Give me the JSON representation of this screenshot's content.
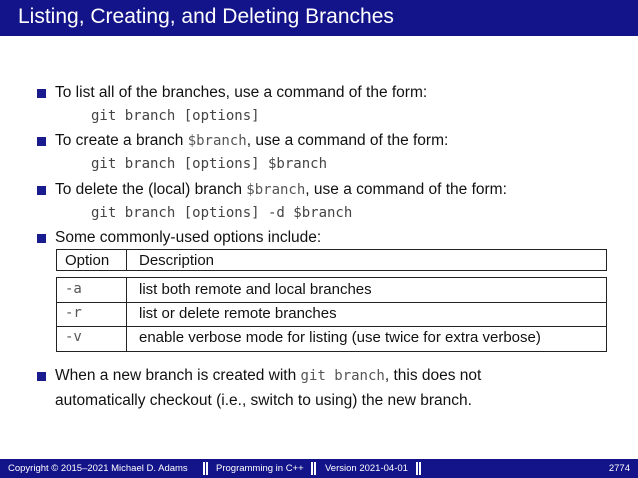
{
  "slide": {
    "title": "Listing, Creating, and Deleting Branches",
    "bullets": [
      {
        "text": "To list all of the branches, use a command of the form:",
        "code": "git branch [options]"
      },
      {
        "pre": "To create a branch ",
        "mono": "$branch",
        "post": ", use a command of the form:",
        "code": "git branch [options] $branch"
      },
      {
        "pre": "To delete the (local) branch ",
        "mono": "$branch",
        "post": ", use a command of the form:",
        "code": "git branch [options] -d $branch"
      },
      {
        "text": "Some commonly-used options include:"
      }
    ],
    "table": {
      "headers": [
        "Option",
        "Description"
      ],
      "rows": [
        {
          "option": "-a",
          "description": "list both remote and local branches"
        },
        {
          "option": "-r",
          "description": "list or delete remote branches"
        },
        {
          "option": "-v",
          "description": "enable verbose mode for listing (use twice for extra verbose)"
        }
      ]
    },
    "final_bullet": {
      "pre": "When a new branch is created with ",
      "mono": "git branch",
      "post": ", this does not",
      "line2": "automatically checkout (i.e., switch to using) the new branch."
    }
  },
  "footer": {
    "copyright": "Copyright © 2015–2021 Michael D. Adams",
    "course": "Programming in C++",
    "version": "Version 2021-04-01",
    "page": "2774"
  },
  "colors": {
    "accent": "#14148a"
  }
}
